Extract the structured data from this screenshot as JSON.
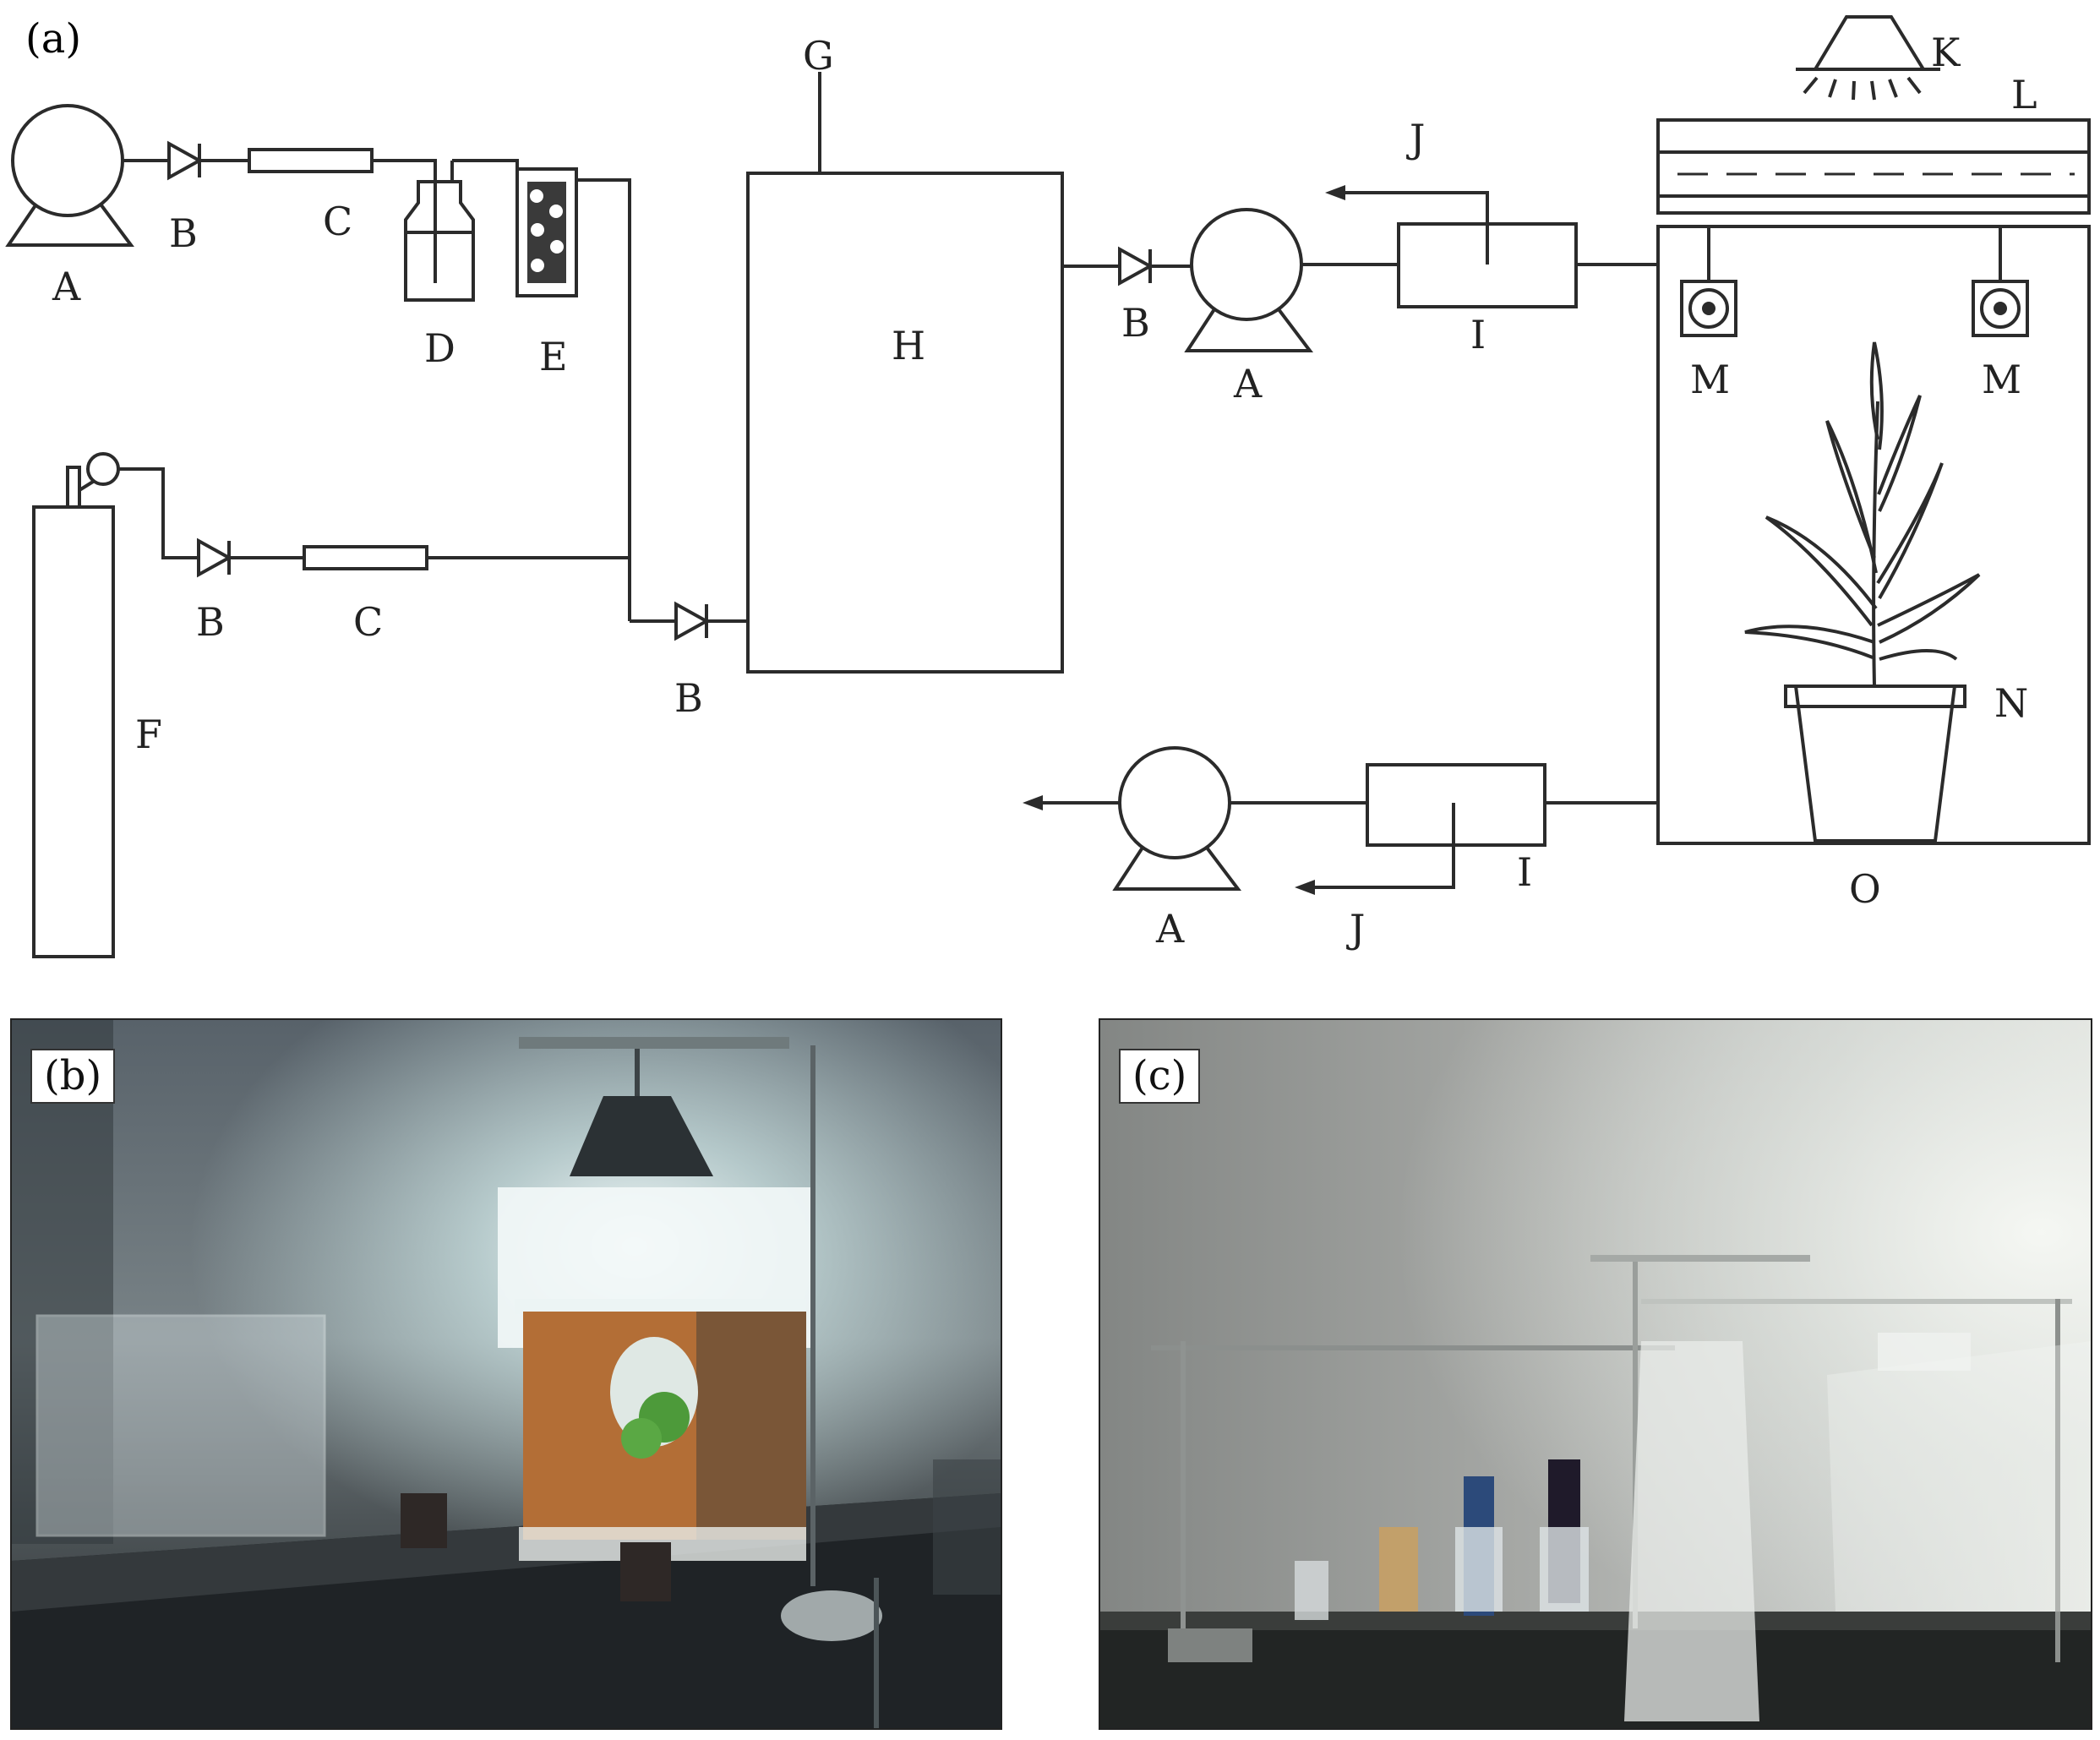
{
  "panels": {
    "a": "(a)",
    "b": "(b)",
    "c": "(c)"
  },
  "labels": {
    "A": "A",
    "B": "B",
    "C": "C",
    "D": "D",
    "E": "E",
    "F": "F",
    "G": "G",
    "H": "H",
    "I": "I",
    "J": "J",
    "K": "K",
    "L": "L",
    "M": "M",
    "N": "N",
    "O": "O"
  }
}
